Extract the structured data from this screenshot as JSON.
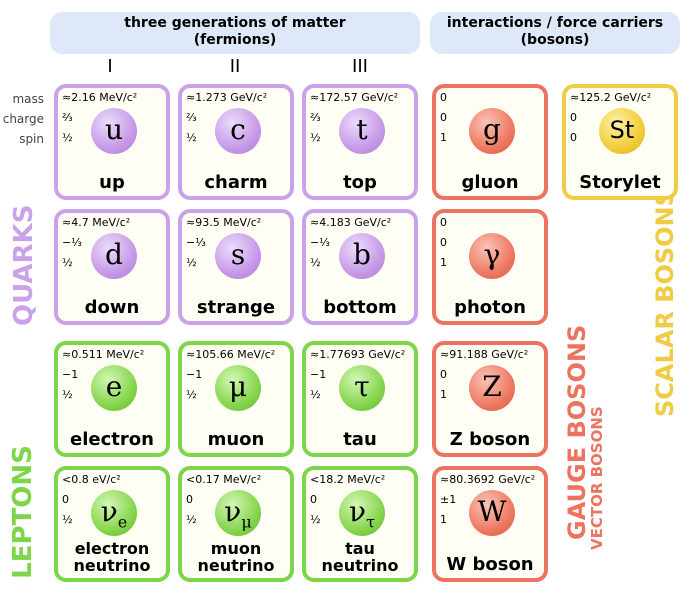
{
  "headers": {
    "matter_title": "three generations of matter",
    "matter_sub": "(fermions)",
    "forces_title": "interactions / force carriers",
    "forces_sub": "(bosons)"
  },
  "generations": [
    "I",
    "II",
    "III"
  ],
  "property_labels": [
    "mass",
    "charge",
    "spin"
  ],
  "group_labels": {
    "quarks": "QUARKS",
    "leptons": "LEPTONS",
    "gauge": "GAUGE BOSONS",
    "vector": "VECTOR BOSONS",
    "scalar": "SCALAR BOSONS"
  },
  "colors": {
    "quark": "#c9a2ea",
    "lepton": "#7dd54a",
    "gauge": "#ec7360",
    "scalar": "#f0cb44",
    "header_bg": "#dfe8f8"
  },
  "particles": {
    "up": {
      "mass": "≈2.16 MeV/c²",
      "charge": "⅔",
      "spin": "½",
      "symbol": "u",
      "name": "up"
    },
    "charm": {
      "mass": "≈1.273 GeV/c²",
      "charge": "⅔",
      "spin": "½",
      "symbol": "c",
      "name": "charm"
    },
    "top": {
      "mass": "≈172.57 GeV/c²",
      "charge": "⅔",
      "spin": "½",
      "symbol": "t",
      "name": "top"
    },
    "gluon": {
      "mass": "0",
      "charge": "0",
      "spin": "1",
      "symbol": "g",
      "name": "gluon"
    },
    "storylet": {
      "mass": "≈125.2 GeV/c²",
      "charge": "0",
      "spin": "0",
      "symbol": "St",
      "name": "Storylet"
    },
    "down": {
      "mass": "≈4.7 MeV/c²",
      "charge": "−⅓",
      "spin": "½",
      "symbol": "d",
      "name": "down"
    },
    "strange": {
      "mass": "≈93.5 MeV/c²",
      "charge": "−⅓",
      "spin": "½",
      "symbol": "s",
      "name": "strange"
    },
    "bottom": {
      "mass": "≈4.183 GeV/c²",
      "charge": "−⅓",
      "spin": "½",
      "symbol": "b",
      "name": "bottom"
    },
    "photon": {
      "mass": "0",
      "charge": "0",
      "spin": "1",
      "symbol": "γ",
      "name": "photon"
    },
    "electron": {
      "mass": "≈0.511 MeV/c²",
      "charge": "−1",
      "spin": "½",
      "symbol": "e",
      "name": "electron"
    },
    "muon": {
      "mass": "≈105.66 MeV/c²",
      "charge": "−1",
      "spin": "½",
      "symbol": "μ",
      "name": "muon"
    },
    "tau": {
      "mass": "≈1.77693 GeV/c²",
      "charge": "−1",
      "spin": "½",
      "symbol": "τ",
      "name": "tau"
    },
    "zboson": {
      "mass": "≈91.188 GeV/c²",
      "charge": "0",
      "spin": "1",
      "symbol": "Z",
      "name": "Z boson"
    },
    "nue": {
      "mass": "<0.8 eV/c²",
      "charge": "0",
      "spin": "½",
      "symbol": "ν",
      "sub": "e",
      "name1": "electron",
      "name2": "neutrino"
    },
    "numu": {
      "mass": "<0.17 MeV/c²",
      "charge": "0",
      "spin": "½",
      "symbol": "ν",
      "sub": "μ",
      "name1": "muon",
      "name2": "neutrino"
    },
    "nutau": {
      "mass": "<18.2 MeV/c²",
      "charge": "0",
      "spin": "½",
      "symbol": "ν",
      "sub": "τ",
      "name1": "tau",
      "name2": "neutrino"
    },
    "wboson": {
      "mass": "≈80.3692 GeV/c²",
      "charge": "±1",
      "spin": "1",
      "symbol": "W",
      "name": "W boson"
    }
  }
}
